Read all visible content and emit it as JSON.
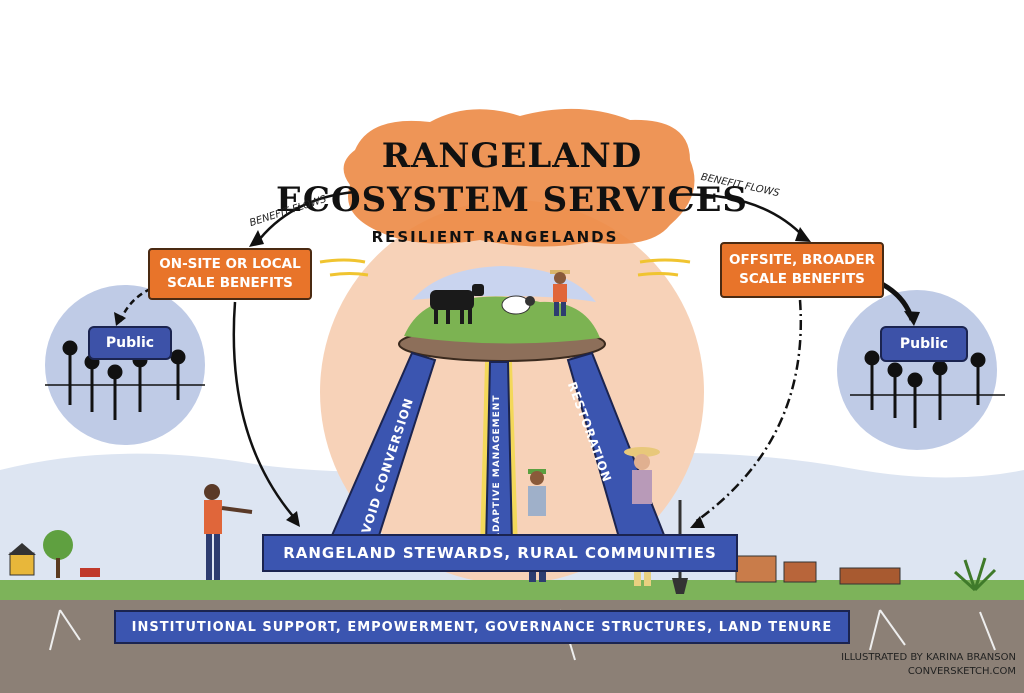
{
  "title": {
    "line1": "Rangeland",
    "line2": "Ecosystem Services"
  },
  "benefit_flows": {
    "left": "Benefit Flows",
    "right": "Benefit Flows"
  },
  "onsite_box": {
    "line1": "On-site or Local",
    "line2": "Scale Benefits"
  },
  "offsite_box": {
    "line1": "Offsite, Broader",
    "line2": "Scale Benefits"
  },
  "public_left": "Public",
  "public_right": "Public",
  "resilient_label": "Resilient Rangelands",
  "legs": {
    "left": "Avoid Conversion",
    "middle": "Adaptive Management",
    "right": "Restoration"
  },
  "stewards_bar": "Rangeland Stewards, Rural Communities",
  "institutional_bar": "Institutional Support, Empowerment, Governance Structures, Land Tenure",
  "credit": {
    "line1": "Illustrated by Karina Branson",
    "line2": "ConverSketch.com"
  },
  "colors": {
    "orange": "#e8742a",
    "blue": "#3b55b0",
    "public_circle": "#bfcbe6",
    "sun": "#f7d2b8",
    "ground": "#8c8076"
  }
}
